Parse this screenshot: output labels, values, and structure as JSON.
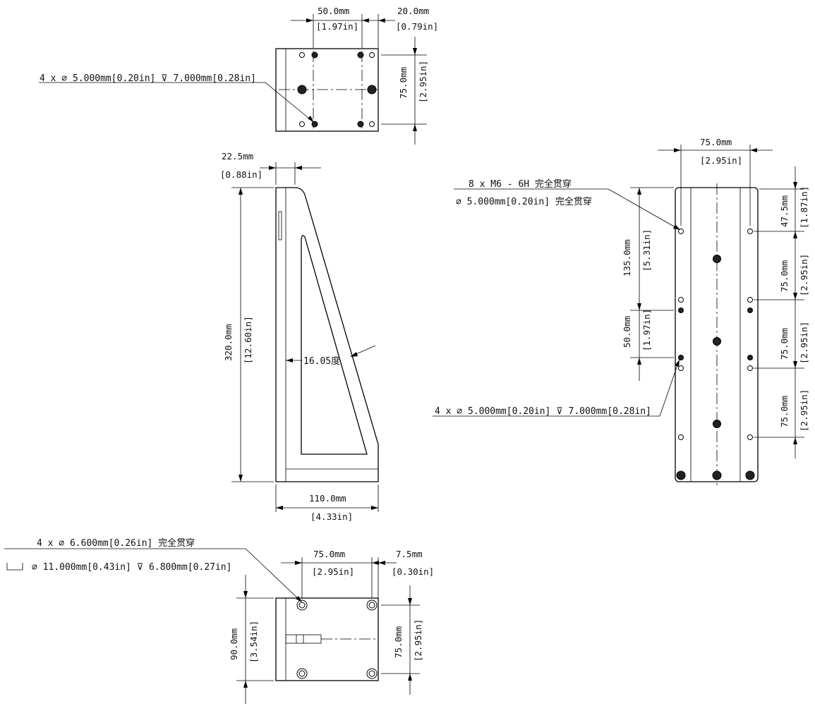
{
  "top_view": {
    "dim_top_left": {
      "mm": "50.0mm",
      "in": "[1.97in]"
    },
    "dim_top_right": {
      "mm": "20.0mm",
      "in": "[0.79in]"
    },
    "dim_right_vertical": {
      "mm": "75.0mm",
      "in": "[2.95in]"
    },
    "hole_callout": "4 x ∅ 5.000mm[0.20in] ⊽ 7.000mm[0.28in]"
  },
  "side_view": {
    "dim_top_width": {
      "mm": "22.5mm",
      "in": "[0.88in]"
    },
    "dim_height": {
      "mm": "320.0mm",
      "in": "[12.60in]"
    },
    "angle": "16.05度",
    "dim_base": {
      "mm": "110.0mm",
      "in": "[4.33in]"
    }
  },
  "front_view": {
    "dim_width": {
      "mm": "75.0mm",
      "in": "[2.95in]"
    },
    "thread_callout_1": "8 x M6 - 6H 完全贯穿",
    "thread_callout_2": "∅ 5.000mm[0.20in] 完全贯穿",
    "dim_135": {
      "mm": "135.0mm",
      "in": "[5.31in]"
    },
    "dim_50": {
      "mm": "50.0mm",
      "in": "[1.97in]"
    },
    "dim_right_1": {
      "mm": "47.5mm",
      "in": "[1.87in]"
    },
    "dim_right_2": {
      "mm": "75.0mm",
      "in": "[2.95in]"
    },
    "dim_right_3": {
      "mm": "75.0mm",
      "in": "[2.95in]"
    },
    "dim_right_4": {
      "mm": "75.0mm",
      "in": "[2.95in]"
    },
    "hole_callout": "4 x ∅ 5.000mm[0.20in] ⊽ 7.000mm[0.28in]"
  },
  "bottom_view": {
    "callout_1": "4 x ∅ 6.600mm[0.26in] 完全贯穿",
    "callout_2": "∅ 11.000mm[0.43in] ⊽ 6.800mm[0.27in]",
    "dim_top_1": {
      "mm": "75.0mm",
      "in": "[2.95in]"
    },
    "dim_top_2": {
      "mm": "7.5mm",
      "in": "[0.30in]"
    },
    "dim_left": {
      "mm": "90.0mm",
      "in": "[3.54in]"
    },
    "dim_right": {
      "mm": "75.0mm",
      "in": "[2.95in]"
    }
  }
}
